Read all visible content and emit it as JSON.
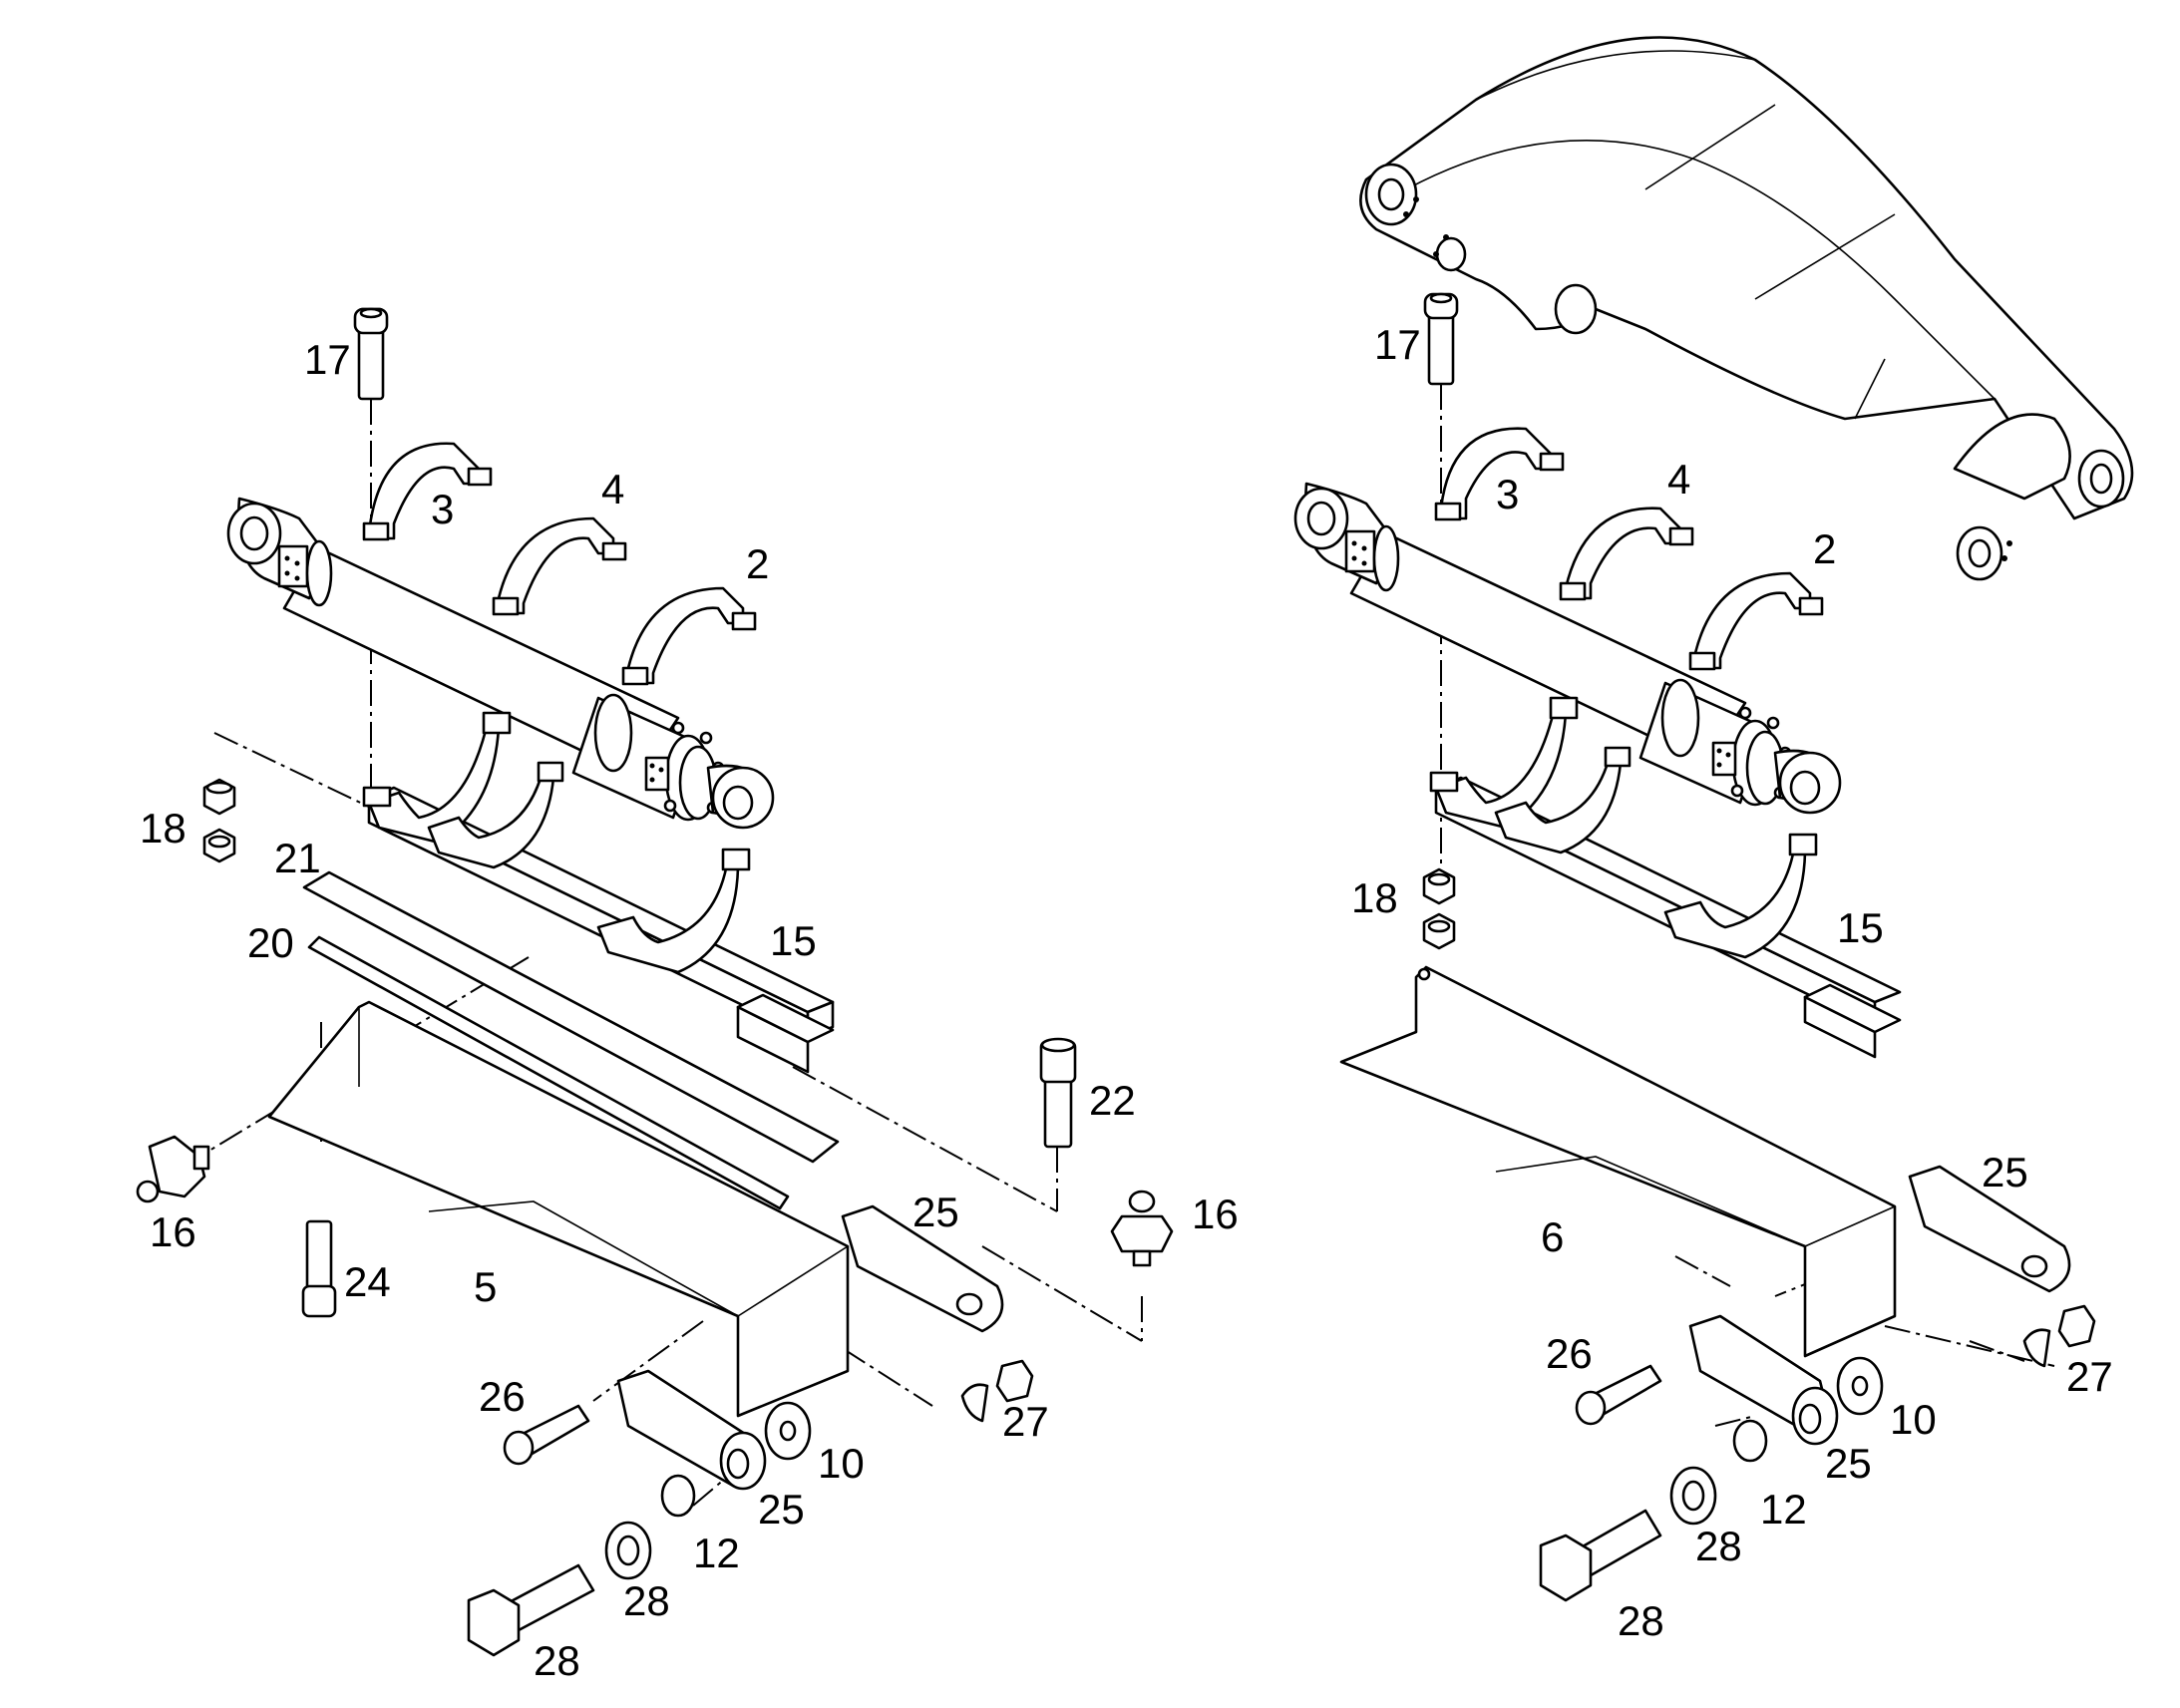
{
  "diagram": {
    "left_assembly": {
      "callouts": [
        {
          "id": "l17",
          "text": "17"
        },
        {
          "id": "l3",
          "text": "3"
        },
        {
          "id": "l4",
          "text": "4"
        },
        {
          "id": "l2",
          "text": "2"
        },
        {
          "id": "l18",
          "text": "18"
        },
        {
          "id": "l21",
          "text": "21"
        },
        {
          "id": "l20",
          "text": "20"
        },
        {
          "id": "l15",
          "text": "15"
        },
        {
          "id": "l22",
          "text": "22"
        },
        {
          "id": "l16a",
          "text": "16"
        },
        {
          "id": "l16b",
          "text": "16"
        },
        {
          "id": "l25a",
          "text": "25"
        },
        {
          "id": "l24",
          "text": "24"
        },
        {
          "id": "l5",
          "text": "5"
        },
        {
          "id": "l26",
          "text": "26"
        },
        {
          "id": "l27",
          "text": "27"
        },
        {
          "id": "l10",
          "text": "10"
        },
        {
          "id": "l25b",
          "text": "25"
        },
        {
          "id": "l12",
          "text": "12"
        },
        {
          "id": "l28a",
          "text": "28"
        },
        {
          "id": "l28b",
          "text": "28"
        }
      ]
    },
    "right_assembly": {
      "callouts": [
        {
          "id": "r17",
          "text": "17"
        },
        {
          "id": "r3",
          "text": "3"
        },
        {
          "id": "r4",
          "text": "4"
        },
        {
          "id": "r2",
          "text": "2"
        },
        {
          "id": "r18",
          "text": "18"
        },
        {
          "id": "r15",
          "text": "15"
        },
        {
          "id": "r25a",
          "text": "25"
        },
        {
          "id": "r6",
          "text": "6"
        },
        {
          "id": "r26",
          "text": "26"
        },
        {
          "id": "r27",
          "text": "27"
        },
        {
          "id": "r10",
          "text": "10"
        },
        {
          "id": "r25b",
          "text": "25"
        },
        {
          "id": "r12",
          "text": "12"
        },
        {
          "id": "r28a",
          "text": "28"
        },
        {
          "id": "r28b",
          "text": "28"
        }
      ]
    }
  }
}
